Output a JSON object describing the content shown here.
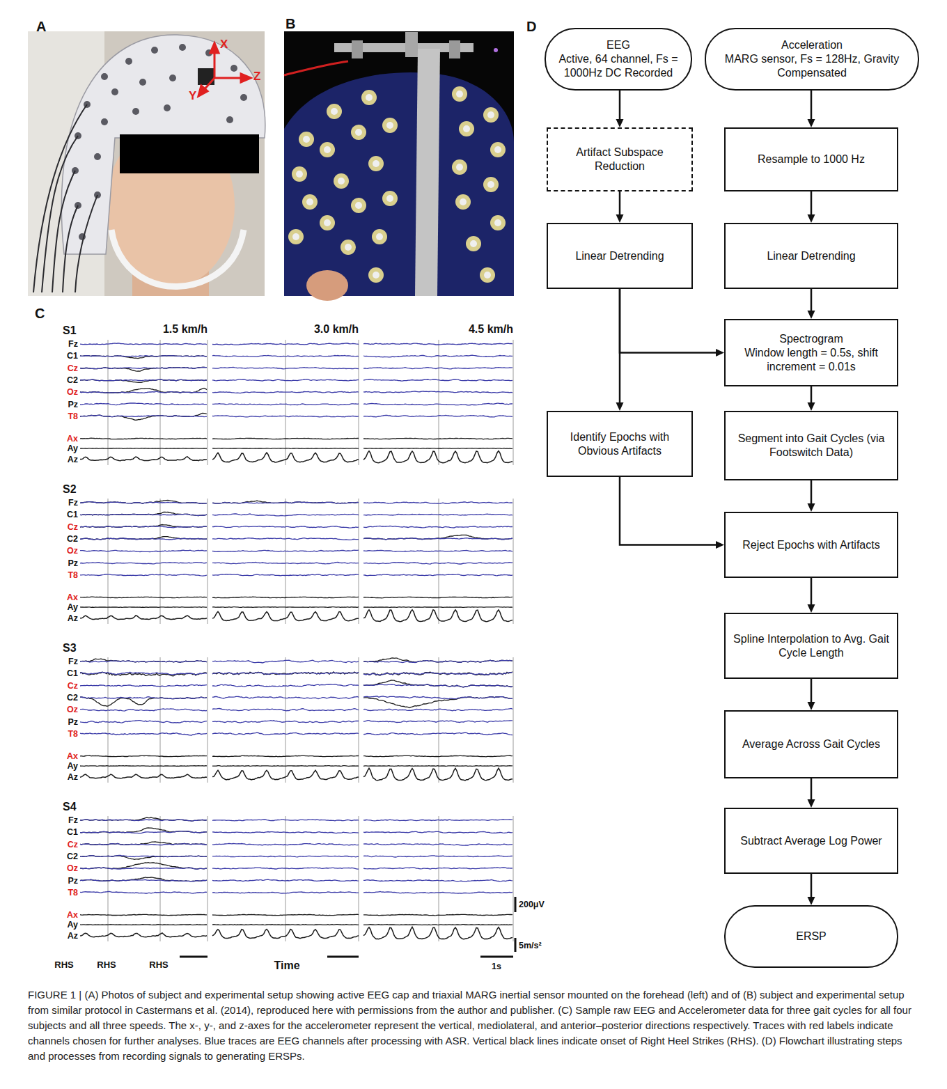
{
  "diagram": {
    "caption": "FIGURE 1 | (A) Photos of subject and experimental setup showing active EEG cap and triaxial MARG inertial sensor mounted on the forehead (left) and of (B) subject and experimental setup from similar protocol in Castermans et al. (2014), reproduced here with permissions from the author and publisher. (C) Sample raw EEG and Accelerometer data for three gait cycles for all four subjects and all three speeds. The x-, y-, and z-axes for the accelerometer represent the vertical, mediolateral, and anterior–posterior directions respectively. Traces with red labels indicate channels chosen for further analyses. Blue traces are EEG channels after processing with ASR. Vertical black lines indicate onset of Right Heel Strikes (RHS). (D) Flowchart illustrating steps and processes from recording signals to generating ERSPs.",
    "nodes": [
      {
        "text": [
          "EEG",
          "Active, 64 channel, Fs = 1000Hz DC Recorded"
        ]
      },
      {
        "text": [
          "Acceleration",
          "MARG sensor, Fs = 128Hz, Gravity Compensated"
        ]
      },
      {
        "text": [
          "Artifact Subspace Reduction"
        ]
      },
      {
        "text": [
          "Resample to 1000 Hz"
        ]
      },
      {
        "text": [
          "Linear Detrending"
        ]
      },
      {
        "text": [
          "Linear Detrending"
        ]
      },
      {
        "text": [
          "Spectrogram",
          "Window length = 0.5s, shift increment = 0.01s"
        ]
      },
      {
        "text": [
          "Identify Epochs with Obvious Artifacts"
        ]
      },
      {
        "text": [
          "Segment into Gait Cycles (via Footswitch Data)"
        ]
      },
      {
        "text": [
          "Reject Epochs with Artifacts"
        ]
      },
      {
        "text": [
          "Spline Interpolation to Avg. Gait Cycle Length"
        ]
      },
      {
        "text": [
          "Average Across Gait Cycles"
        ]
      },
      {
        "text": [
          "Subtract Average Log Power"
        ]
      },
      {
        "text": [
          "ERSP"
        ]
      }
    ],
    "edges": [
      {
        "from": 0,
        "to": 2,
        "arrow": "to"
      },
      {
        "from": 2,
        "to": 4,
        "arrow": "to"
      },
      {
        "from": 1,
        "to": 3,
        "arrow": "to"
      },
      {
        "from": 3,
        "to": 5,
        "arrow": "to"
      },
      {
        "from": 5,
        "to": 6,
        "arrow": "to"
      },
      {
        "from": 4,
        "to": 6,
        "arrow": "to"
      },
      {
        "from": 4,
        "to": 7,
        "arrow": "to"
      },
      {
        "from": 6,
        "to": 8,
        "arrow": "to"
      },
      {
        "from": 7,
        "to": 9,
        "arrow": "to"
      },
      {
        "from": 8,
        "to": 9,
        "arrow": "to"
      },
      {
        "from": 9,
        "to": 10,
        "arrow": "to"
      },
      {
        "from": 10,
        "to": 11,
        "arrow": "to"
      },
      {
        "from": 11,
        "to": 12,
        "arrow": "to"
      },
      {
        "from": 12,
        "to": 13,
        "arrow": "to"
      }
    ],
    "labels": [
      "A",
      "B",
      "C",
      "D",
      "X",
      "Y",
      "Z",
      "S1",
      "1.5 km/h",
      "3.0 km/h",
      "4.5 km/h",
      "Fz",
      "C1",
      "Cz",
      "C2",
      "Oz",
      "Pz",
      "T8",
      "Ax",
      "Ay",
      "Az",
      "S2",
      "Fz",
      "C1",
      "Cz",
      "C2",
      "Oz",
      "Pz",
      "T8",
      "Ax",
      "Ay",
      "Az",
      "S3",
      "Fz",
      "C1",
      "Cz",
      "C2",
      "Oz",
      "Pz",
      "T8",
      "Ax",
      "Ay",
      "Az",
      "S4",
      "Fz",
      "C1",
      "Cz",
      "C2",
      "Oz",
      "Pz",
      "T8",
      "Ax",
      "Ay",
      "Az",
      "RHS",
      "RHS",
      "RHS",
      "Time",
      "200μV",
      "5m/s²",
      "1s"
    ]
  }
}
